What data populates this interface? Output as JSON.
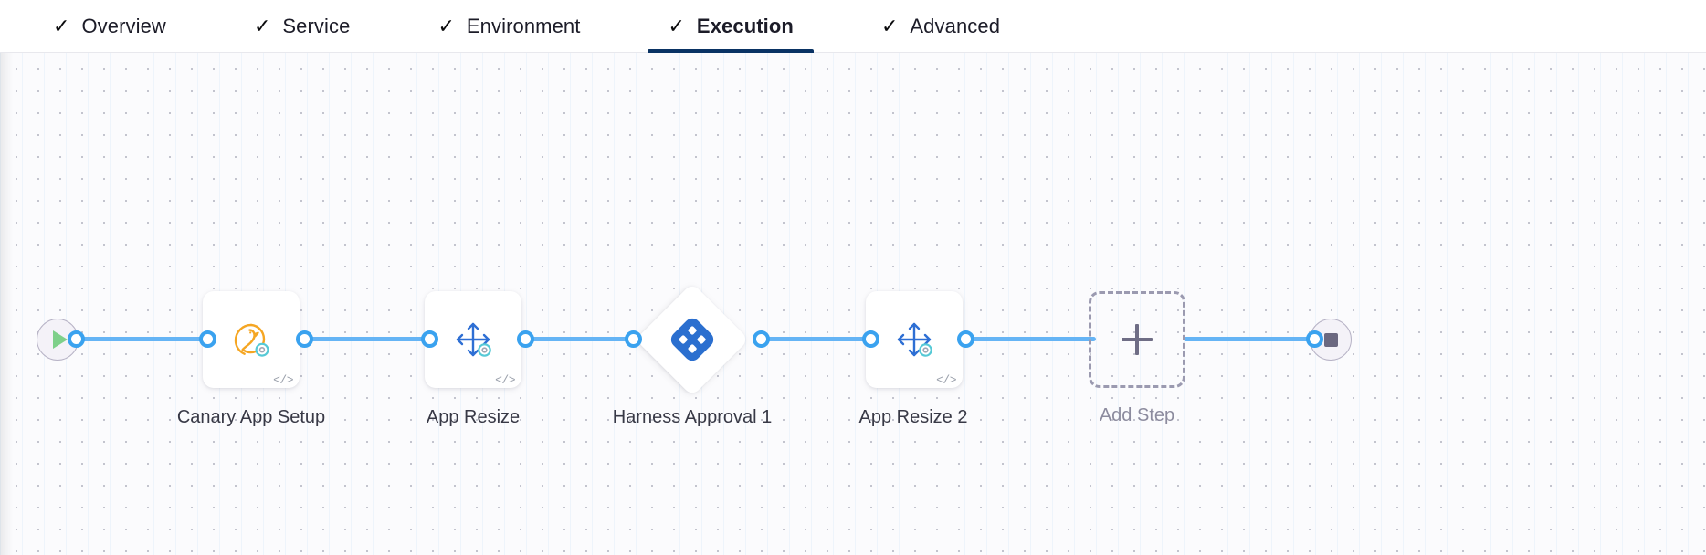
{
  "tabs": [
    {
      "label": "Overview",
      "icon": "check-icon",
      "active": false,
      "complete": true
    },
    {
      "label": "Service",
      "icon": "check-icon",
      "active": false,
      "complete": true
    },
    {
      "label": "Environment",
      "icon": "check-icon",
      "active": false,
      "complete": true
    },
    {
      "label": "Execution",
      "icon": "check-icon",
      "active": true,
      "complete": true
    },
    {
      "label": "Advanced",
      "icon": "check-icon",
      "active": false,
      "complete": true
    }
  ],
  "tab_check_glyph": "✓",
  "canvas": {
    "start_node": {
      "name": "pipeline-start",
      "icon": "play-icon"
    },
    "end_node": {
      "name": "pipeline-end",
      "icon": "stop-icon"
    },
    "steps": [
      {
        "label": "Canary App Setup",
        "icon": "canary-bird-icon",
        "type": "step",
        "badge": "</>"
      },
      {
        "label": "App Resize",
        "icon": "resize-arrows-icon",
        "type": "step",
        "badge": "</>"
      },
      {
        "label": "Harness Approval 1",
        "icon": "harness-diamond-icon",
        "type": "approval",
        "badge": ""
      },
      {
        "label": "App Resize 2",
        "icon": "resize-arrows-icon",
        "type": "step",
        "badge": "</>"
      },
      {
        "label": "Add Step",
        "icon": "plus-icon",
        "type": "add",
        "badge": ""
      }
    ]
  },
  "colors": {
    "connector": "#65b4f5",
    "connector_dot": "#3aa2ef",
    "active_tab_underline": "#0a3364",
    "harness_blue": "#2b6fcf",
    "canary_orange": "#f5a623",
    "resize_blue": "#2e6fd4",
    "play_green": "#7ed08a",
    "stop_gray": "#6b6880",
    "add_step_border": "#9b9ab0"
  }
}
